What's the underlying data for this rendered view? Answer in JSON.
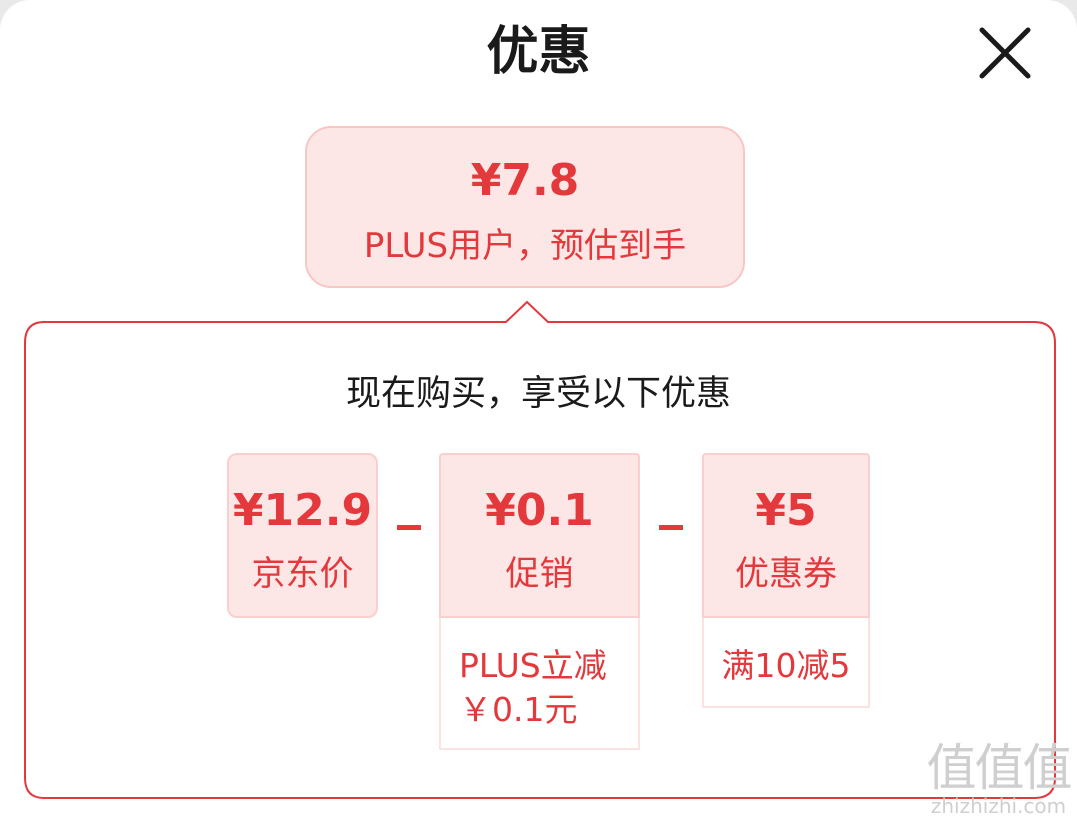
{
  "header": {
    "title": "优惠",
    "close_icon": "close-icon"
  },
  "summary": {
    "price": "¥7.8",
    "description": "PLUS用户，预估到手"
  },
  "breakdown": {
    "subtitle": "现在购买，享受以下优惠",
    "items": [
      {
        "price": "¥12.9",
        "label": "京东价"
      },
      {
        "price": "¥0.1",
        "label": "促销",
        "note_line1": "PLUS立减",
        "note_line2": "￥0.1元"
      },
      {
        "price": "¥5",
        "label": "优惠券",
        "note_line1": "满10减5"
      }
    ],
    "operator": "minus"
  },
  "watermark": {
    "mark": "值值值",
    "site": "zhizhizhi.com"
  },
  "colors": {
    "accent": "#e4393c",
    "card_bg": "#fde7e6",
    "panel_border": "#e4393c"
  }
}
